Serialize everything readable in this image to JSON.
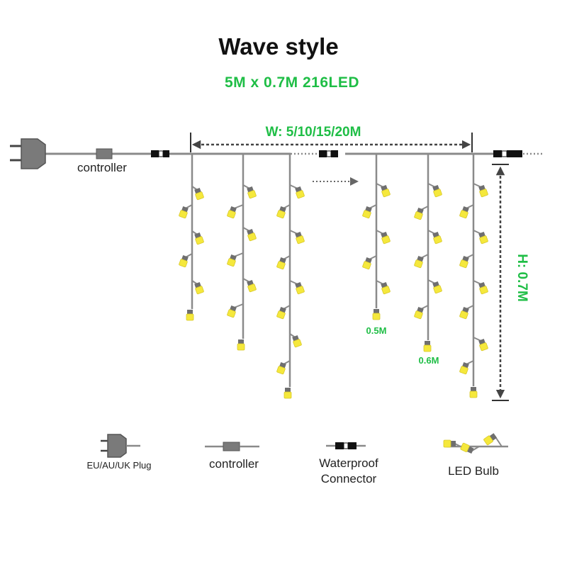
{
  "title": "Wave style",
  "spec": "5M x 0.7M  216LED",
  "width_label": "W: 5/10/15/20M",
  "height_label": "H: 0.7M",
  "drop_labels": {
    "short": "0.5M",
    "mid": "0.6M"
  },
  "controller_label": "controller",
  "legend": {
    "plug": "EU/AU/UK Plug",
    "controller": "controller",
    "connector_line1": "Waterproof",
    "connector_line2": "Connector",
    "bulb": "LED Bulb"
  },
  "colors": {
    "accent": "#1fbe46",
    "wire": "#8a8a8a",
    "bulb": "#f5e83c",
    "socket": "#6f6f6f",
    "connector": "#111111"
  },
  "icons": [
    "plug-icon",
    "controller-icon",
    "connector-icon",
    "led-bulb-icon",
    "arrow-right-icon"
  ]
}
